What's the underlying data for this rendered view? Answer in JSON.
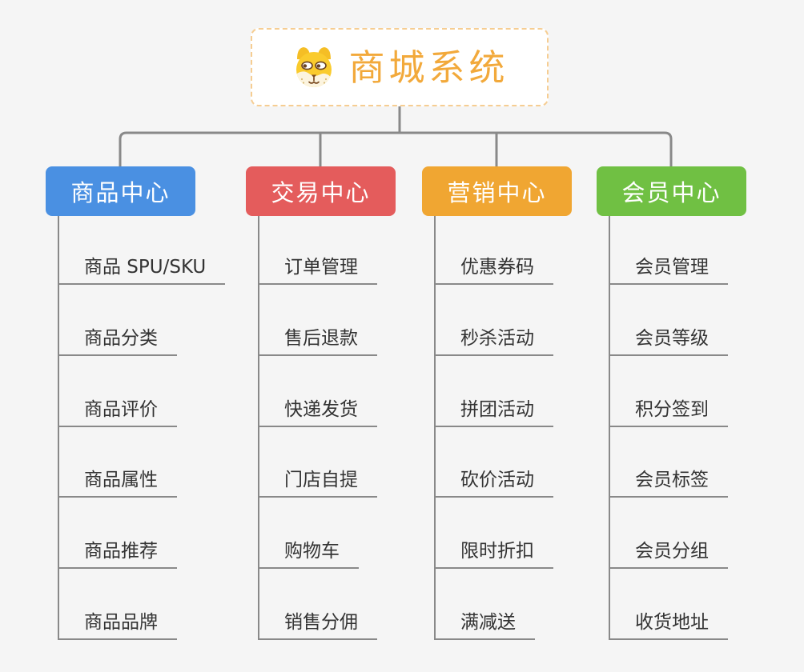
{
  "root": {
    "title": "商城系统",
    "icon": "dog-face",
    "accent_color": "#f2a93b",
    "border_color": "#f6cd92"
  },
  "branches": [
    {
      "label": "商品中心",
      "color": "#4a90e2",
      "children": [
        "商品 SPU/SKU",
        "商品分类",
        "商品评价",
        "商品属性",
        "商品推荐",
        "商品品牌"
      ]
    },
    {
      "label": "交易中心",
      "color": "#e45c5c",
      "children": [
        "订单管理",
        "售后退款",
        "快递发货",
        "门店自提",
        "购物车",
        "销售分佣"
      ]
    },
    {
      "label": "营销中心",
      "color": "#f0a632",
      "children": [
        "优惠券码",
        "秒杀活动",
        "拼团活动",
        "砍价活动",
        "限时折扣",
        "满减送"
      ]
    },
    {
      "label": "会员中心",
      "color": "#70c043",
      "children": [
        "会员管理",
        "会员等级",
        "积分签到",
        "会员标签",
        "会员分组",
        "收货地址"
      ]
    }
  ],
  "colors": {
    "background": "#f5f5f5",
    "connector": "#898989",
    "item_text": "#333333",
    "branch_text": "#ffffff"
  }
}
